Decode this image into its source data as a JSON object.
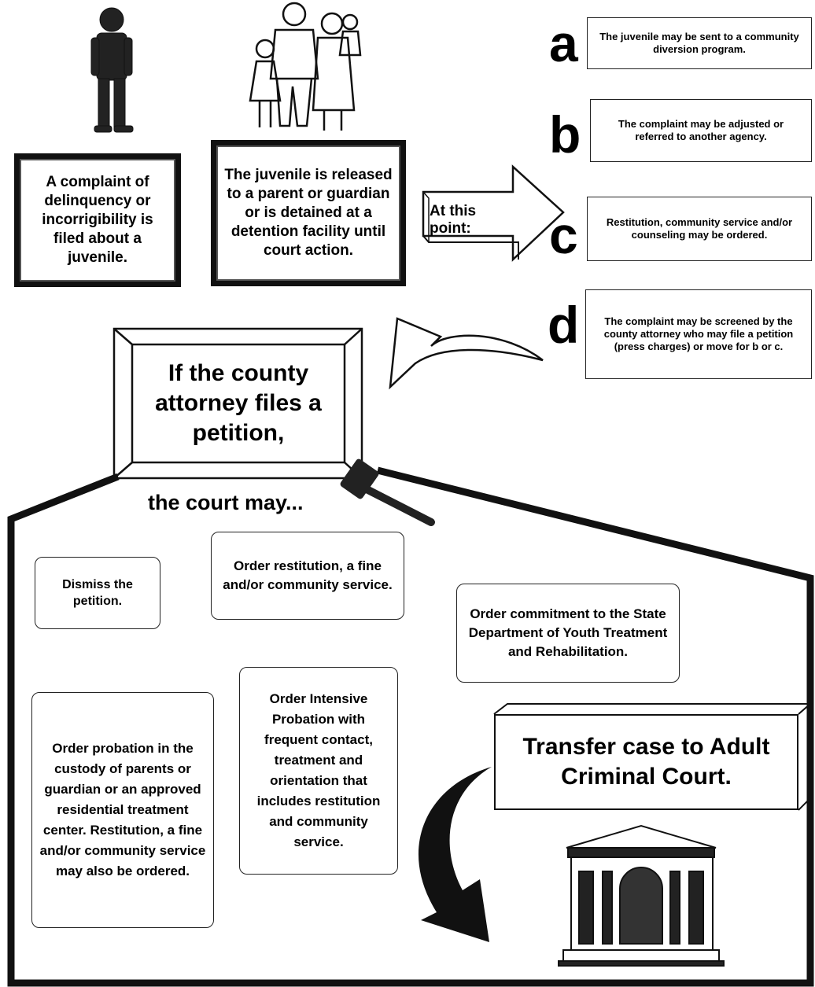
{
  "top_boxes": {
    "complaint": "A complaint of delinquency or incorrigibility is filed about a juvenile.",
    "released": "The juvenile is released to a parent or guardian or is detained at a detention facility until court action."
  },
  "arrow_label": "At this point:",
  "options": [
    {
      "letter": "a",
      "text": "The juvenile may be sent to a community diversion program."
    },
    {
      "letter": "b",
      "text": "The complaint may be adjusted or referred to another agency."
    },
    {
      "letter": "c",
      "text": "Restitution, community service and/or counseling may be ordered."
    },
    {
      "letter": "d",
      "text": "The complaint may be screened by the county attorney who may file a petition (press charges) or move for b or c."
    }
  ],
  "petition": "If the county attorney files a petition,",
  "court_may": "the court may...",
  "court_options": {
    "dismiss": "Dismiss the petition.",
    "restitution": "Order restitution, a fine and/or community service.",
    "commitment": "Order commitment to the State Department of Youth Treatment and Rehabilitation.",
    "probation": "Order probation in the custody of parents or guardian or an approved residential treatment center. Restitution, a fine and/or community service may also be ordered.",
    "intensive": "Order Intensive Probation with frequent contact, treatment and orientation that includes restitution and community service.",
    "transfer": "Transfer case to Adult Criminal Court."
  }
}
